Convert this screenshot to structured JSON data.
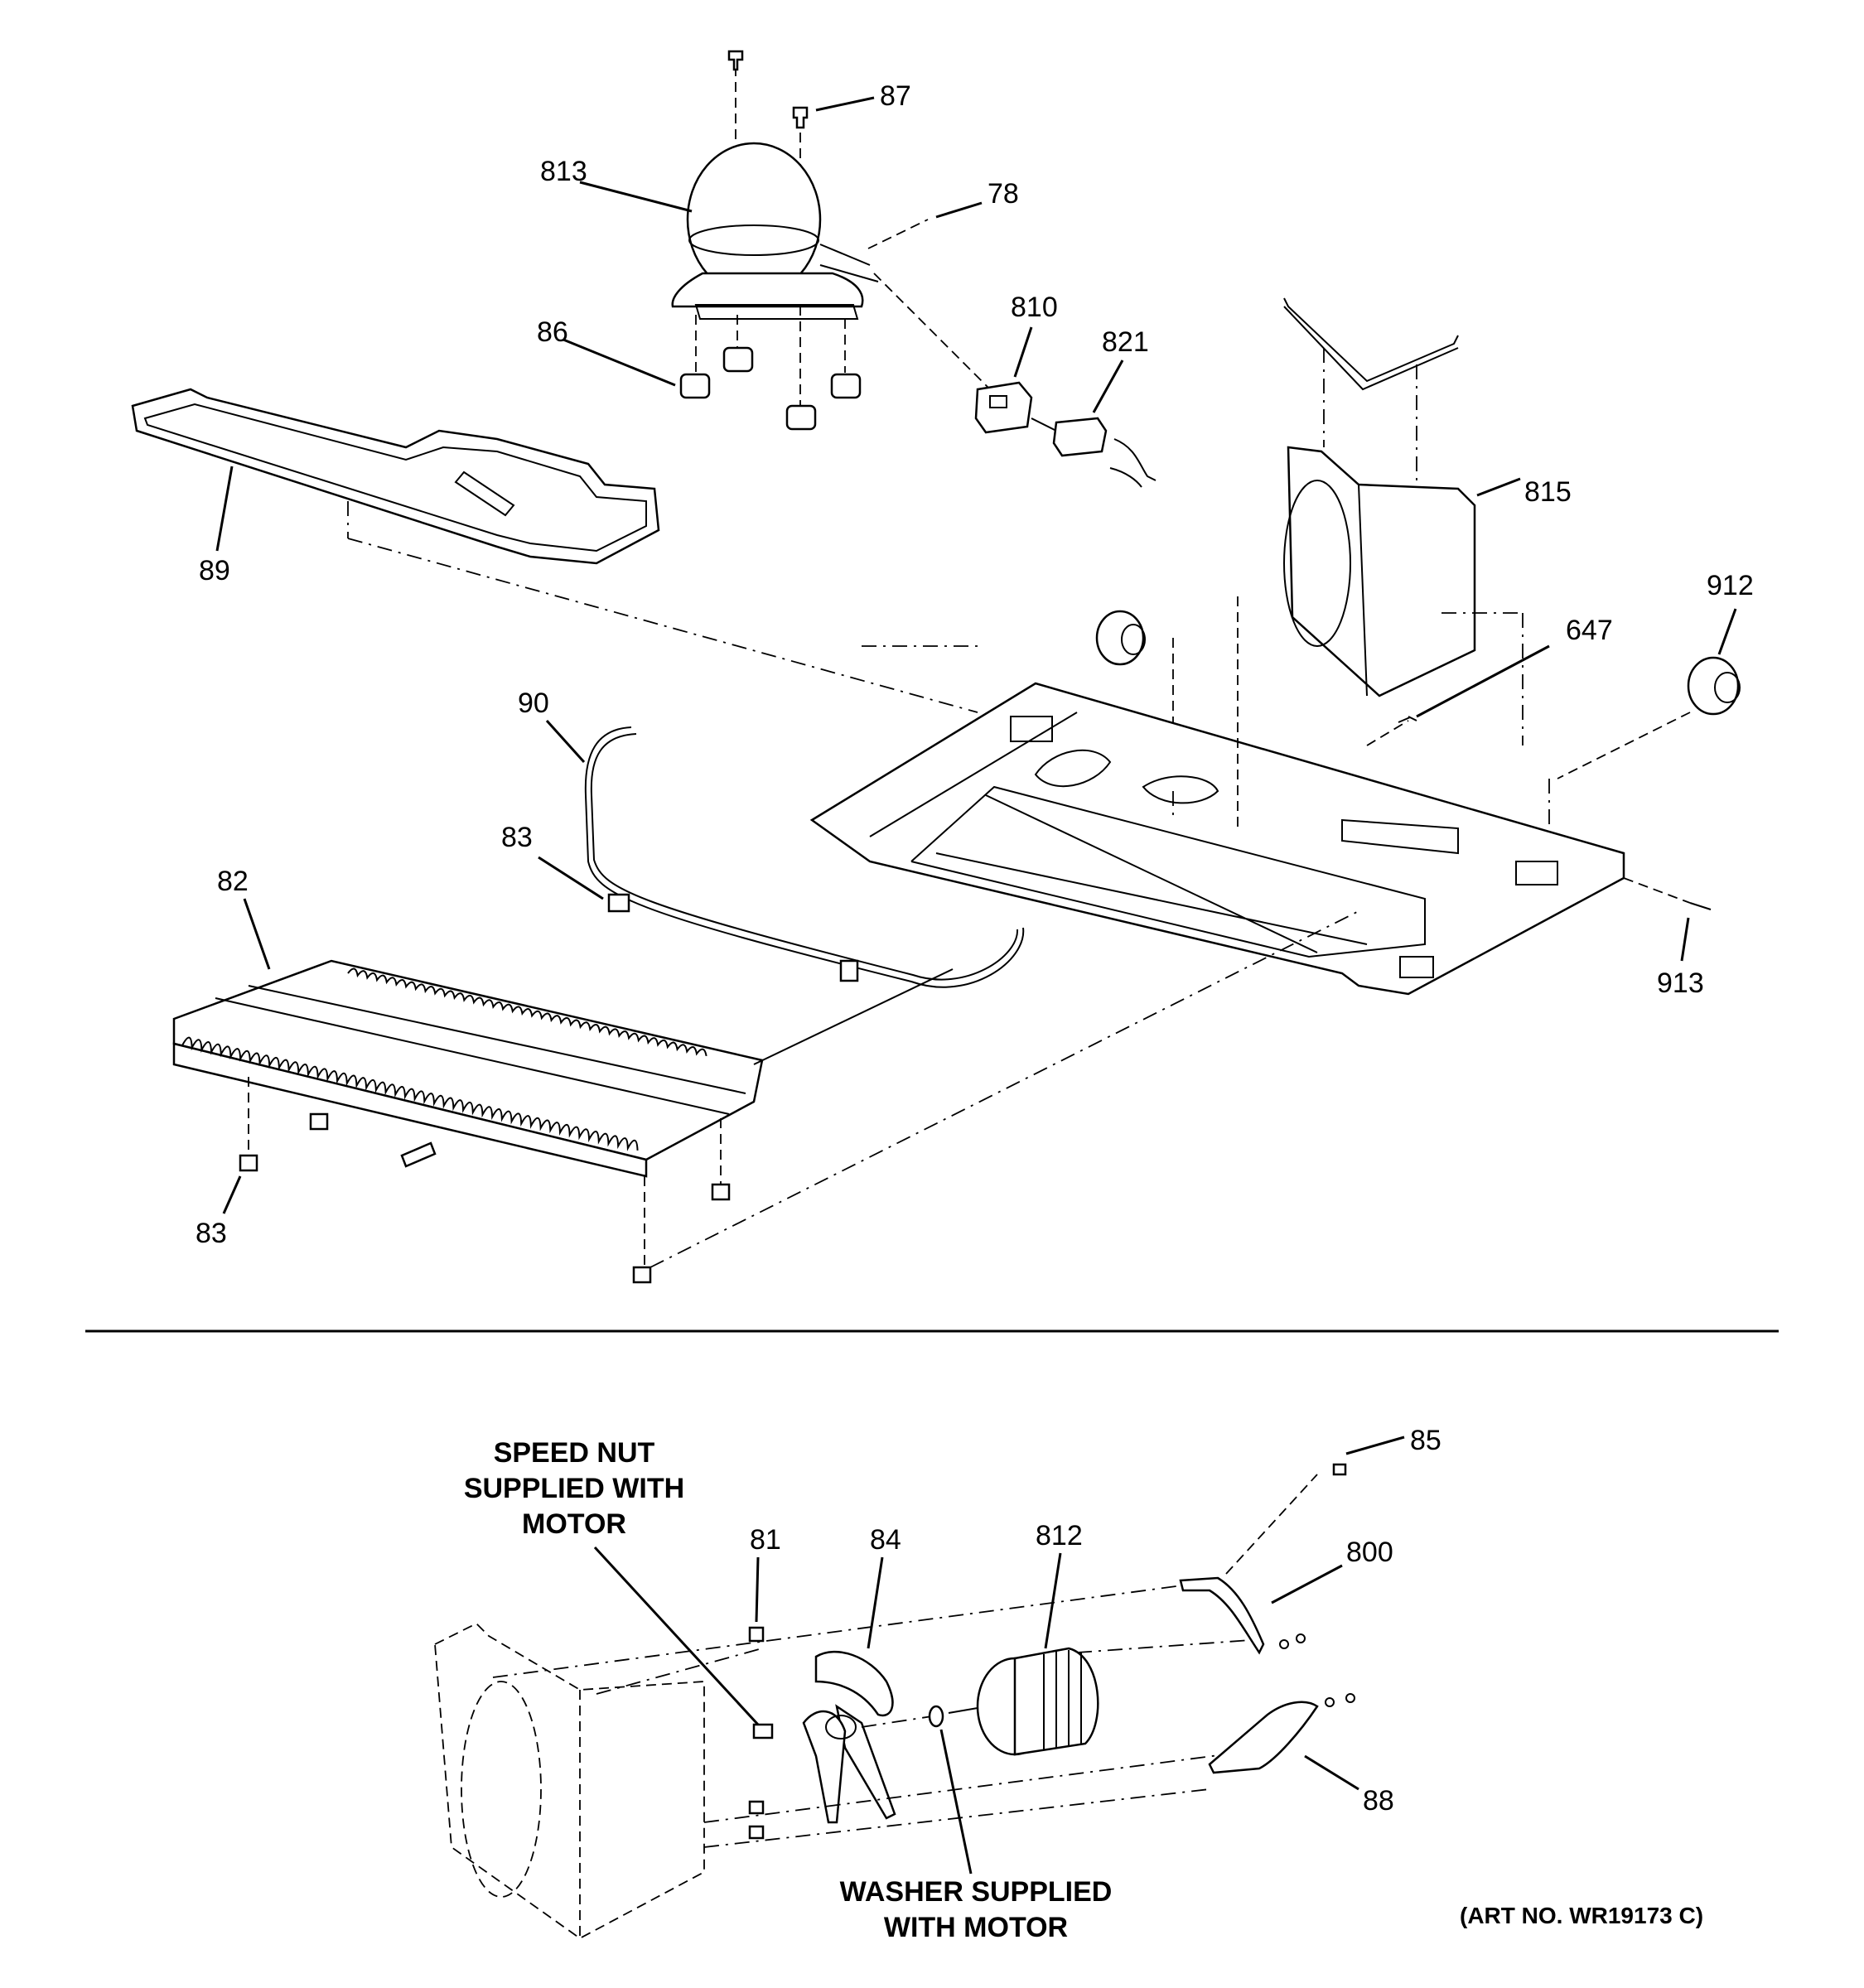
{
  "diagram": {
    "part_numbers": {
      "p87": "87",
      "p813": "813",
      "p78": "78",
      "p810": "810",
      "p821": "821",
      "p86": "86",
      "p815": "815",
      "p89": "89",
      "p912": "912",
      "p647": "647",
      "p90": "90",
      "p83a": "83",
      "p82": "82",
      "p913": "913",
      "p83b": "83",
      "p85": "85",
      "p800": "800",
      "p81": "81",
      "p84": "84",
      "p812": "812",
      "p88": "88"
    },
    "notes": {
      "speed_nut": [
        "SPEED NUT",
        "SUPPLIED WITH",
        "MOTOR"
      ],
      "washer": [
        "WASHER SUPPLIED",
        "WITH MOTOR"
      ]
    },
    "art_number": "(ART NO. WR19173 C)"
  }
}
